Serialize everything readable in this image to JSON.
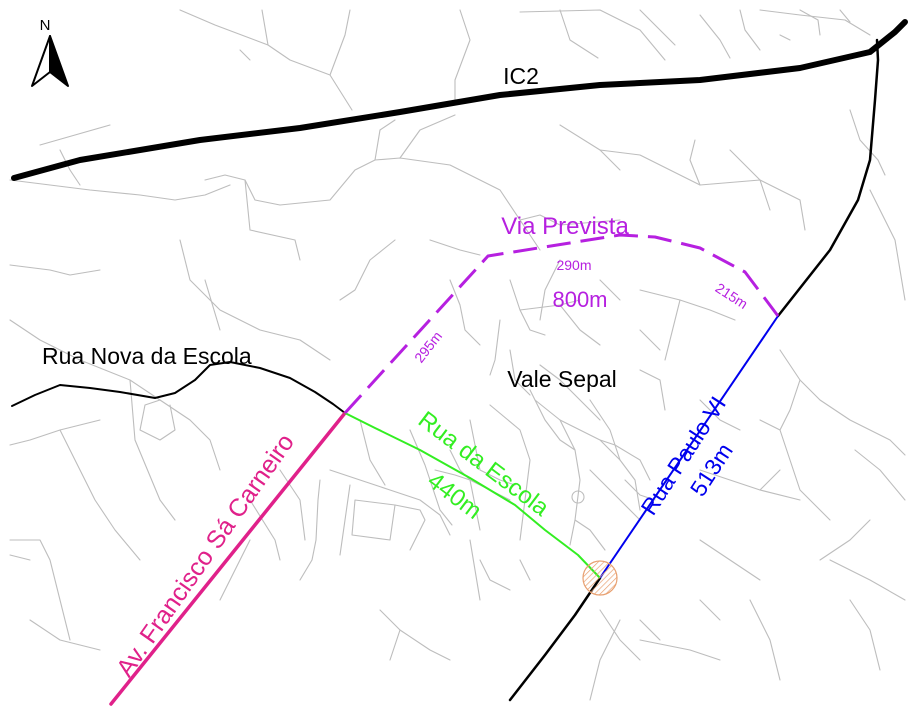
{
  "north_arrow": {
    "label": "N"
  },
  "roads": {
    "ic2": {
      "label": "IC2",
      "color": "#000000"
    },
    "rua_nova_da_escola": {
      "label": "Rua Nova da Escola",
      "color": "#000000"
    },
    "av_francisco": {
      "label": "Av. Francisco Sá Carneiro",
      "color": "#e0218a"
    },
    "rua_da_escola": {
      "label": "Rua da Escola",
      "length": "440m",
      "color": "#33ee22"
    },
    "rua_paulo_vi": {
      "label": "Rua Paulo VI",
      "length": "513m",
      "color": "#0000ee"
    },
    "via_prevista": {
      "label": "Via Prevista",
      "total_length": "800m",
      "segments": [
        "295m",
        "290m",
        "215m"
      ],
      "color": "#b620e0"
    }
  },
  "places": {
    "vale_sepal": {
      "label": "Vale Sepal"
    }
  },
  "marker": {
    "color": "#e8a070"
  }
}
